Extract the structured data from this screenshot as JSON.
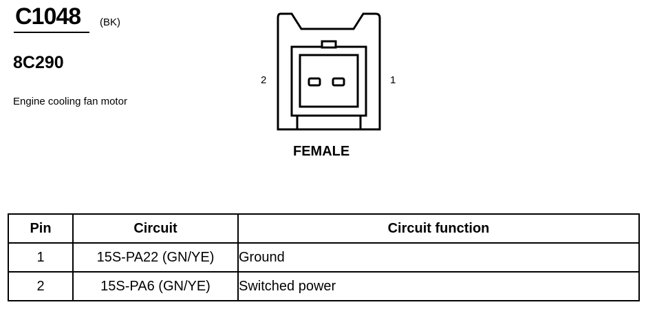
{
  "connector": {
    "id": "C1048",
    "color_code": "(BK)",
    "part_number": "8C290",
    "description": "Engine cooling fan motor",
    "gender": "FEMALE",
    "pin_labels": {
      "left": "2",
      "right": "1"
    }
  },
  "table": {
    "headers": [
      "Pin",
      "Circuit",
      "Circuit function"
    ],
    "rows": [
      {
        "pin": "1",
        "circuit": "15S-PA22 (GN/YE)",
        "function": "Ground"
      },
      {
        "pin": "2",
        "circuit": "15S-PA6 (GN/YE)",
        "function": "Switched power"
      }
    ]
  }
}
